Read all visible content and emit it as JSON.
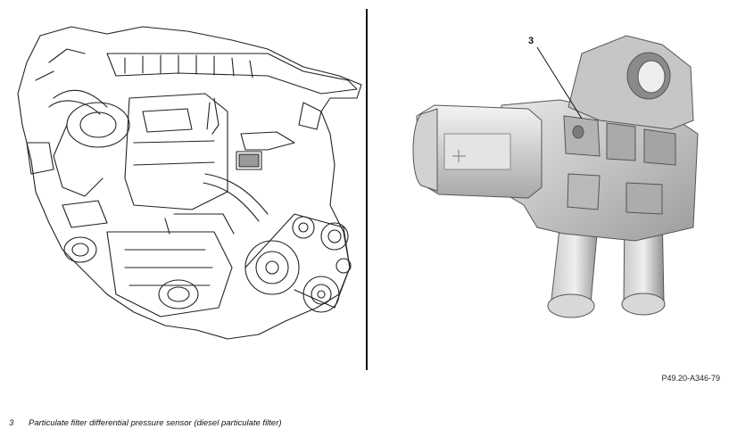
{
  "figure": {
    "callout_number": "3",
    "figure_id": "P49.20-A346-79"
  },
  "legend": {
    "items": [
      {
        "number": "3",
        "text": "Particulate filter differential pressure sensor (diesel particulate filter)"
      }
    ]
  }
}
